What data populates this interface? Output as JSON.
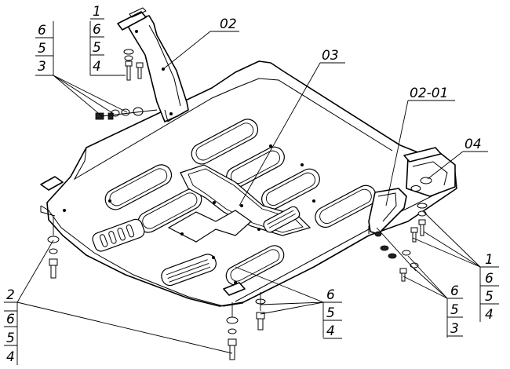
{
  "callouts": {
    "part_02": "02",
    "part_03": "03",
    "part_02_01": "02-01",
    "part_04": "04",
    "stack_top_left_a": [
      "6",
      "5",
      "3"
    ],
    "stack_top_center": [
      "1",
      "6",
      "5",
      "4"
    ],
    "stack_right_a": [
      "1",
      "6",
      "5",
      "4"
    ],
    "stack_right_b": [
      "6",
      "5",
      "3"
    ],
    "stack_bottom_center": [
      "6",
      "5",
      "4"
    ],
    "stack_bottom_left": [
      "2",
      "6",
      "5",
      "4"
    ]
  }
}
